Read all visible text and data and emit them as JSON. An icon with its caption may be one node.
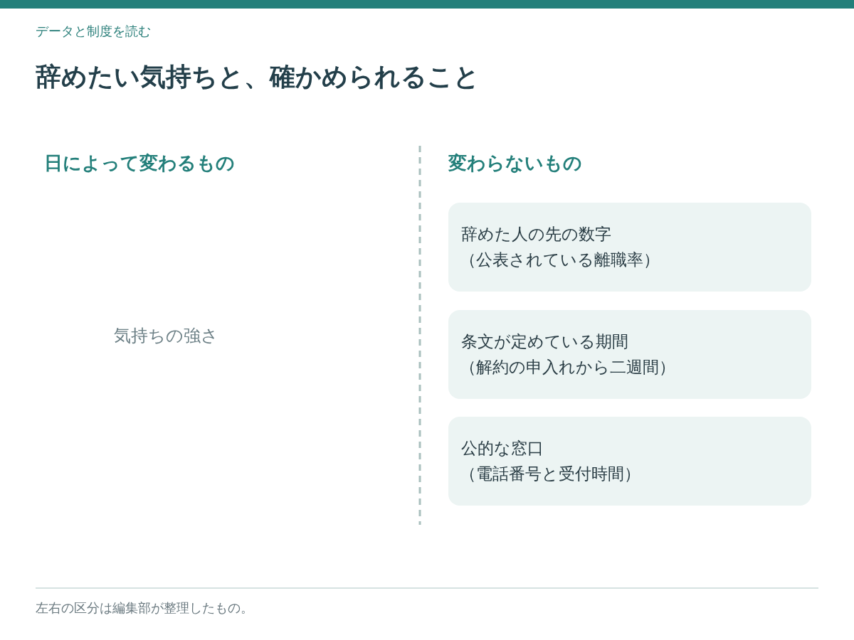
{
  "diagram": {
    "title": "辞めたい気持ちと、確かめられること",
    "caption": "左右の区分は編集部が整理したもの。",
    "nodes": [
      {
        "text": [
          "辞めた人の先の数字",
          "（公表されている離職率）"
        ]
      },
      {
        "text": [
          "条文が定めている期間",
          "（解約の申入れから二週間）"
        ]
      },
      {
        "text": [
          "公的な窓口",
          "（電話番号と受付時間）"
        ]
      }
    ],
    "labels": [
      "データと制度を読む",
      "日によって変わるもの",
      "変わらないもの",
      "気持ちの強さ"
    ]
  }
}
